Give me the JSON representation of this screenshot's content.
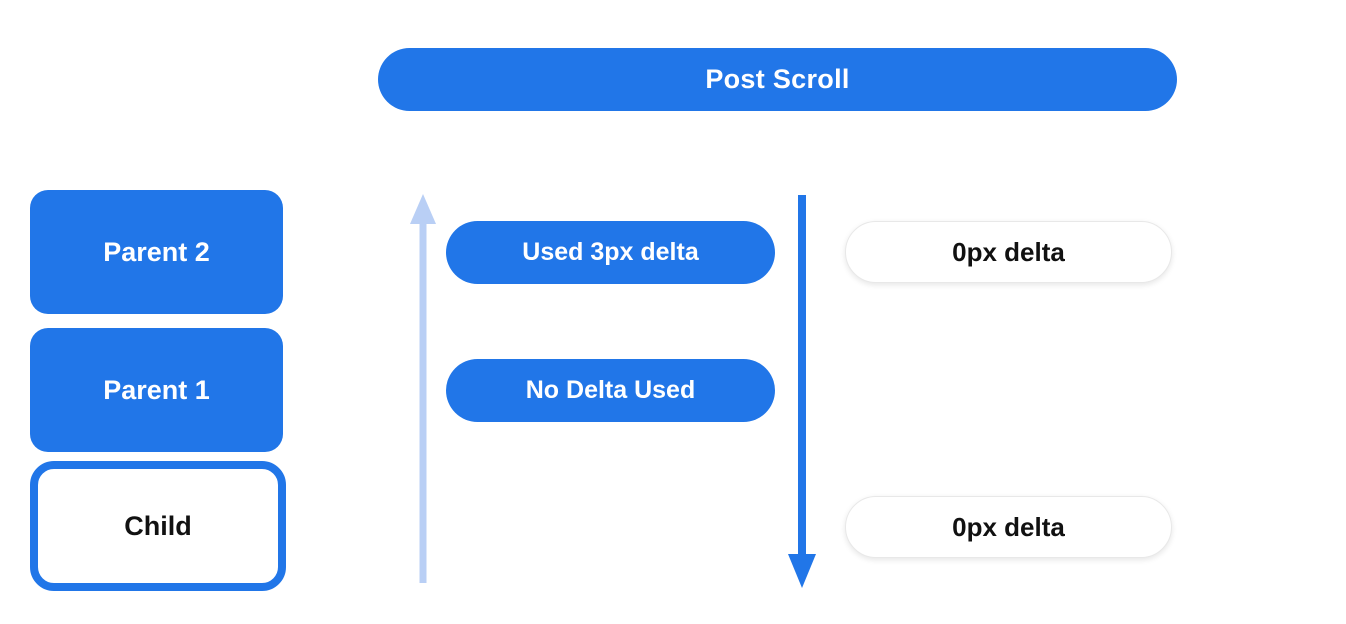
{
  "header": {
    "label": "Post Scroll"
  },
  "scroll_stack": {
    "parent2": {
      "label": "Parent 2"
    },
    "parent1": {
      "label": "Parent 1"
    },
    "child": {
      "label": "Child"
    }
  },
  "delta_labels": {
    "used_delta": "Used 3px delta",
    "no_delta": "No Delta Used",
    "zero_delta_top": "0px delta",
    "zero_delta_bottom": "0px delta"
  },
  "icons": {
    "up_arrow": "light-blue-up-arrow-icon",
    "down_arrow": "blue-down-arrow-icon"
  },
  "colors": {
    "primary_blue": "#2176e8",
    "light_blue": "#b9cff5",
    "pill_border": "#e8e8e8",
    "text_dark": "#111111",
    "white": "#ffffff"
  }
}
